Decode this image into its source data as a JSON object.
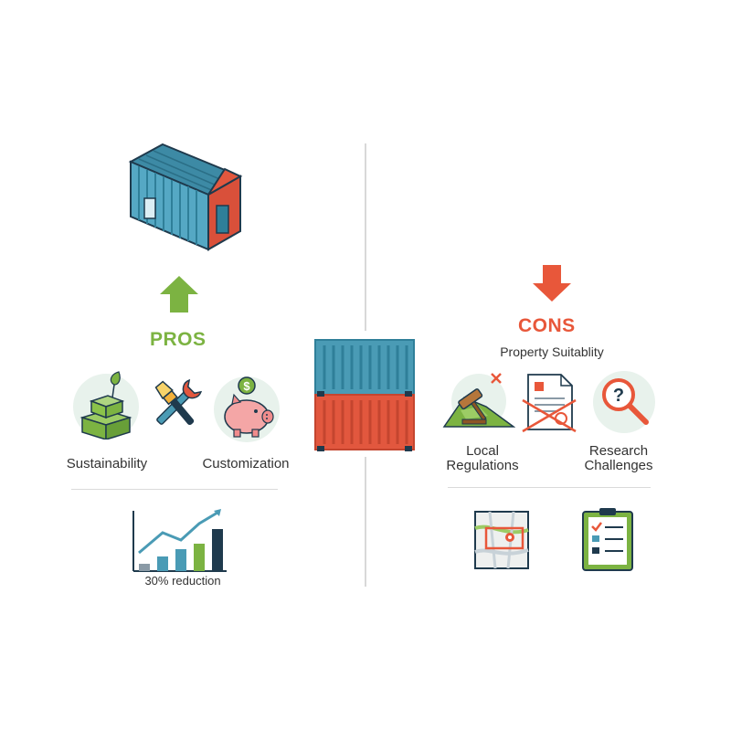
{
  "colors": {
    "pros_accent": "#7cb342",
    "cons_accent": "#e8573a",
    "container_blue": "#4a9bb5",
    "container_red": "#e2573e",
    "dark_navy": "#1f3a4d"
  },
  "pros": {
    "title": "PROS",
    "icons": [
      "house-icon",
      "arrow-up-icon",
      "box-plant-icon",
      "tools-icon",
      "piggy-bank-icon",
      "bar-chart-icon"
    ],
    "items": [
      {
        "label": "Sustainability"
      },
      {
        "label": "Customization"
      }
    ],
    "chart_caption": "30% reduction"
  },
  "cons": {
    "title": "CONS",
    "subtitle": "Property Suitablity",
    "icons": [
      "arrow-down-icon",
      "gavel-land-icon",
      "document-crossed-icon",
      "magnifier-question-icon",
      "map-icon",
      "checklist-icon"
    ],
    "items": [
      {
        "line1": "Local",
        "line2": "Regulations"
      },
      {
        "line1": "Research",
        "line2": "Challenges"
      }
    ]
  },
  "center": {
    "icon": "stacked-containers-icon"
  }
}
